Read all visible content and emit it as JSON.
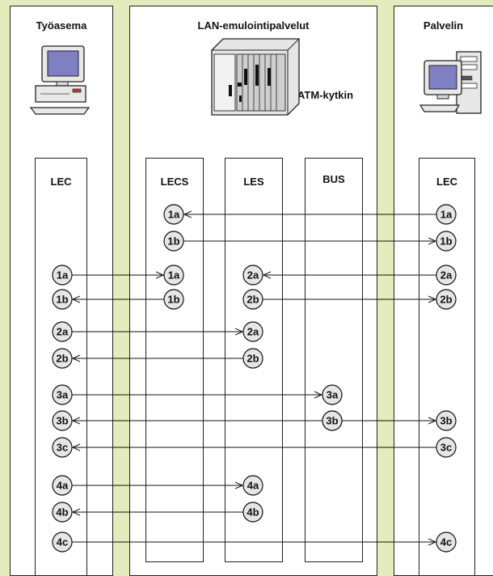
{
  "panels": {
    "workstation": "Työasema",
    "lan_services": "LAN-emulointipalvelut",
    "server": "Palvelin"
  },
  "switch_label": "ATM-kytkin",
  "columns": {
    "lec_left": "LEC",
    "lecs": "LECS",
    "les": "LES",
    "bus": "BUS",
    "lec_right": "LEC"
  },
  "messages": [
    {
      "from": "lec_right",
      "to": "lecs",
      "from_label": "1a",
      "to_label": "1a"
    },
    {
      "from": "lecs",
      "to": "lec_right",
      "from_label": "1b",
      "to_label": "1b"
    },
    {
      "from": "lec_left",
      "to": "lecs",
      "from_label": "1a",
      "to_label": "1a"
    },
    {
      "from": "lec_right",
      "to": "les",
      "from_label": "2a",
      "to_label": "2a"
    },
    {
      "from": "lecs",
      "to": "lec_left",
      "from_label": "1b",
      "to_label": "1b"
    },
    {
      "from": "les",
      "to": "lec_right",
      "from_label": "2b",
      "to_label": "2b"
    },
    {
      "from": "lec_left",
      "to": "les",
      "from_label": "2a",
      "to_label": "2a"
    },
    {
      "from": "les",
      "to": "lec_left",
      "from_label": "2b",
      "to_label": "2b"
    },
    {
      "from": "lec_left",
      "to": "bus",
      "from_label": "3a",
      "to_label": "3a"
    },
    {
      "from": "bus",
      "to": "lec_left",
      "from_label": "3b",
      "to_label": "3b"
    },
    {
      "from": "bus",
      "to": "lec_right",
      "from_label": "3b",
      "to_label": "3b"
    },
    {
      "from": "lec_right",
      "to": "lec_left",
      "from_label": "3c",
      "to_label": "3c"
    },
    {
      "from": "lec_left",
      "to": "les",
      "from_label": "4a",
      "to_label": "4a"
    },
    {
      "from": "les",
      "to": "lec_left",
      "from_label": "4b",
      "to_label": "4b"
    },
    {
      "from": "lec_left",
      "to": "lec_right",
      "from_label": "4c",
      "to_label": "4c"
    }
  ],
  "colors": {
    "background": "#e4ebbc",
    "node_fill": "#e6e6e6",
    "monitor_screen": "#7f7fc4",
    "device_case": "#e8e8e8"
  }
}
